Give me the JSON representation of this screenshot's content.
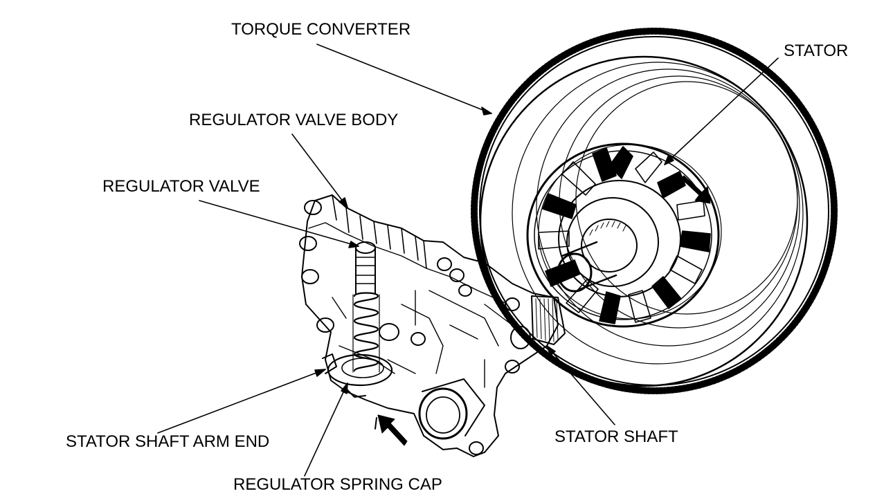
{
  "labels": {
    "torque_converter": "TORQUE CONVERTER",
    "stator": "STATOR",
    "regulator_valve_body": "REGULATOR VALVE BODY",
    "regulator_valve": "REGULATOR VALVE",
    "stator_shaft_arm_end": "STATOR SHAFT ARM END",
    "stator_shaft": "STATOR SHAFT",
    "regulator_spring_cap": "REGULATOR SPRING CAP"
  },
  "colors": {
    "ink": "#000000",
    "background": "#ffffff"
  }
}
